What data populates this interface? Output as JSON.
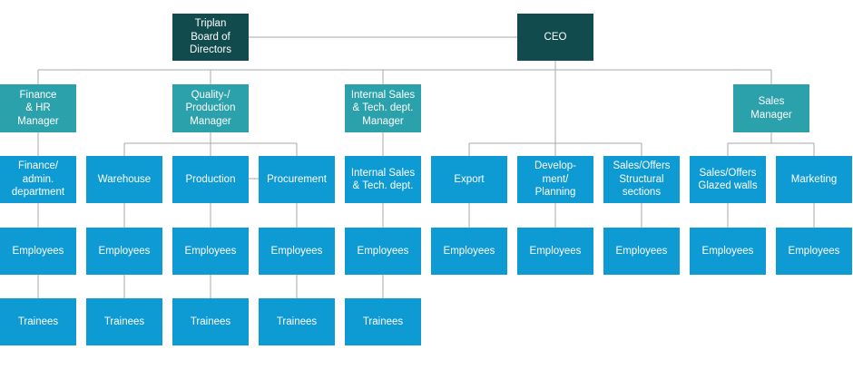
{
  "palette": {
    "level1": "#114b4e",
    "level2": "#2ba1ab",
    "level3": "#0e9ad2",
    "connector": "#a9a9a9",
    "background": "#ffffff"
  },
  "org": {
    "board": {
      "label": "Triplan\nBoard of\nDirectors"
    },
    "ceo": {
      "label": "CEO"
    },
    "managers": {
      "finance_hr": {
        "label": "Finance\n& HR\nManager"
      },
      "quality_production": {
        "label": "Quality-/\nProduction\nManager"
      },
      "internal_sales_tech": {
        "label": "Internal Sales\n& Tech. dept.\nManager"
      },
      "sales": {
        "label": "Sales\nManager"
      }
    },
    "departments": {
      "finance_admin": {
        "label": "Finance/\nadmin.\ndepartment"
      },
      "warehouse": {
        "label": "Warehouse"
      },
      "production": {
        "label": "Production"
      },
      "procurement": {
        "label": "Procurement"
      },
      "internal_sales": {
        "label": "Internal Sales\n& Tech. dept."
      },
      "export": {
        "label": "Export"
      },
      "development_planning": {
        "label": "Develop-\nment/\nPlanning"
      },
      "sales_offers_structural": {
        "label": "Sales/Offers\nStructural\nsections"
      },
      "sales_offers_glazed": {
        "label": "Sales/Offers\nGlazed walls"
      },
      "marketing": {
        "label": "Marketing"
      }
    },
    "employees_label": "Employees",
    "trainees_label": "Trainees"
  }
}
